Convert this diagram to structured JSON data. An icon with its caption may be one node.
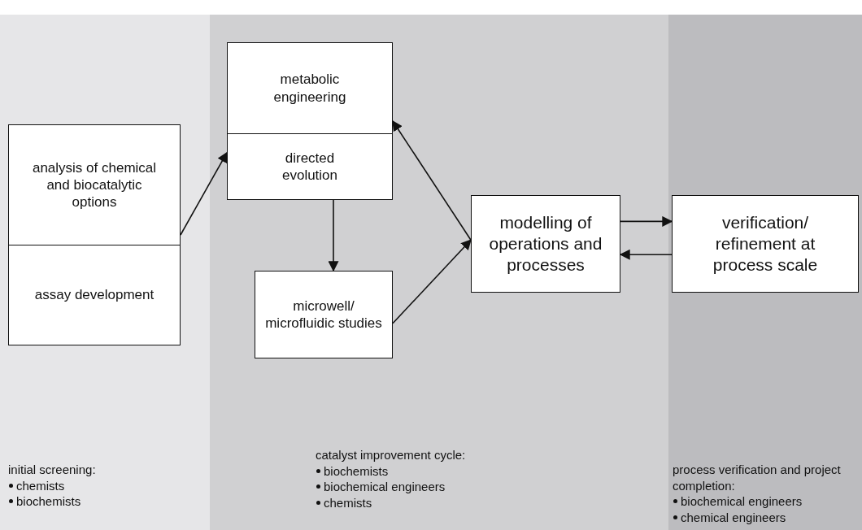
{
  "diagram": {
    "nodes": [
      {
        "text": [
          "initial screening:",
          "chemists",
          "biochemists"
        ]
      },
      {
        "text": [
          "catalyst improvement cycle:",
          "biochemists",
          "biochemical engineers",
          "chemists"
        ]
      },
      {
        "text": [
          "process verification and project completion:",
          "biochemical engineers",
          "chemical engineers"
        ]
      },
      {
        "text": [
          "analysis of chemical and biocatalytic options",
          "assay development"
        ],
        "in": 0
      },
      {
        "text": [
          "metabolic engineering",
          "directed evolution"
        ],
        "in": 1
      },
      {
        "text": [
          "microwell/ microfluidic studies"
        ],
        "in": 1
      },
      {
        "text": [
          "modelling of operations and processes"
        ],
        "in": 1
      },
      {
        "text": [
          "verification/ refinement at process scale"
        ],
        "in": 2
      }
    ],
    "edges": [
      {
        "from": 3,
        "to": 4,
        "arrow": "to"
      },
      {
        "from": 4,
        "to": 5,
        "arrow": "to"
      },
      {
        "from": 5,
        "to": 6,
        "arrow": "to"
      },
      {
        "from": 6,
        "to": 4,
        "arrow": "to"
      },
      {
        "from": 6,
        "to": 7,
        "arrow": "to"
      },
      {
        "from": 7,
        "to": 6,
        "arrow": "to"
      }
    ]
  }
}
